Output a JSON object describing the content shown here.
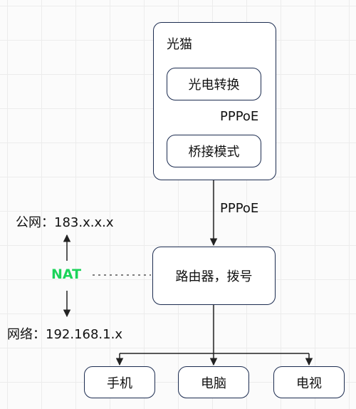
{
  "modem": {
    "title": "光猫",
    "converter_label": "光电转换",
    "bridge_label": "桥接模式",
    "inner_link_label": "PPPoE"
  },
  "uplink_label": "PPPoE",
  "router": {
    "label": "路由器，拨号"
  },
  "nat": {
    "label": "NAT",
    "public_ip": "公网：183.x.x.x",
    "lan_ip": "网络：192.168.1.x"
  },
  "devices": [
    {
      "label": "手机"
    },
    {
      "label": "电脑"
    },
    {
      "label": "电视"
    }
  ],
  "colors": {
    "stroke": "#1c2c50",
    "nat": "#1bd35a"
  }
}
